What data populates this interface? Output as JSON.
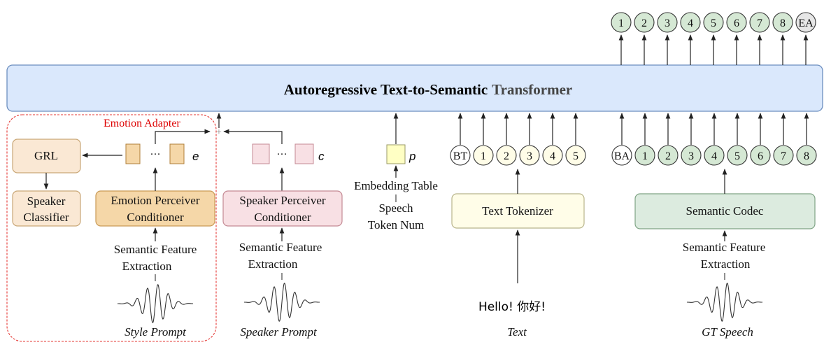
{
  "transformer": {
    "title_main": "Autoregressive Text-to-Semantic",
    "title_end": "Transformer"
  },
  "output_tokens": [
    "1",
    "2",
    "3",
    "4",
    "5",
    "6",
    "7",
    "8",
    "EA"
  ],
  "text_tokens": [
    "BT",
    "1",
    "2",
    "3",
    "4",
    "5"
  ],
  "semantic_tokens": [
    "BA",
    "1",
    "2",
    "3",
    "4",
    "5",
    "6",
    "7",
    "8"
  ],
  "emotion_adapter": {
    "label": "Emotion Adapter",
    "grl": "GRL",
    "speaker_classifier": [
      "Speaker",
      "Classifier"
    ],
    "conditioner": [
      "Emotion Perceiver",
      "Conditioner"
    ],
    "vector_symbol": "e",
    "ellipsis": "···",
    "feature_extraction": [
      "Semantic Feature",
      "Extraction"
    ],
    "prompt": "Style Prompt"
  },
  "speaker_branch": {
    "conditioner": [
      "Speaker Perceiver",
      "Conditioner"
    ],
    "vector_symbol": "c",
    "ellipsis": "···",
    "feature_extraction": [
      "Semantic Feature",
      "Extraction"
    ],
    "prompt": "Speaker Prompt"
  },
  "embedding_branch": {
    "vector_symbol": "p",
    "table": "Embedding Table",
    "source": [
      "Speech",
      "Token Num"
    ]
  },
  "text_branch": {
    "tokenizer": "Text Tokenizer",
    "input": "Hello! 你好!",
    "caption": "Text"
  },
  "semantic_branch": {
    "codec": "Semantic Codec",
    "feature_extraction": [
      "Semantic Feature",
      "Extraction"
    ],
    "caption": "GT Speech"
  },
  "colors": {
    "transformer_fill": "#dae8fc",
    "transformer_stroke": "#6c8ebf",
    "output_token_fill": "#d5e8d4",
    "ea_fill": "#e6e6e6",
    "emotion_fill": "#f5d7a8",
    "grl_fill": "#fae8d4",
    "speaker_fill": "#f8e0e4",
    "embedding_fill": "#ffffc4",
    "tokenizer_fill": "#fffde8",
    "codec_fill": "#dcebdf",
    "adapter_border": "#e53935",
    "adapter_label": "#dd0000"
  }
}
